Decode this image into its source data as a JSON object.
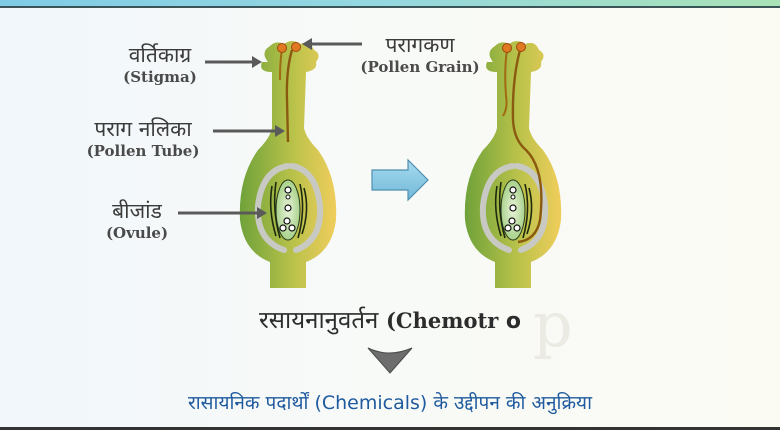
{
  "labels": {
    "stigma": {
      "hindi": "वर्तिकाग्र",
      "english": "(Stigma)"
    },
    "pollen_grain": {
      "hindi": "परागकण",
      "english": "(Pollen Grain)"
    },
    "pollen_tube": {
      "hindi": "पराग नलिका",
      "english": "(Pollen Tube)"
    },
    "ovule": {
      "hindi": "बीजांड",
      "english": "(Ovule)"
    }
  },
  "title": {
    "hindi": "रसायनानुवर्तन",
    "english": "(Chemotr",
    "trailing": "o"
  },
  "watermark": "p",
  "subtitle": "रासायनिक पदार्थों (Chemicals) के उद्दीपन की अनुक्रिया",
  "colors": {
    "subtitle": "#1f5a9e",
    "arrow_fill": "#8ccbe5",
    "pistil_green": "#7aa83a",
    "pistil_yellow": "#e9c85a",
    "pollen": "#e07a22",
    "tube": "#8a5a10"
  }
}
